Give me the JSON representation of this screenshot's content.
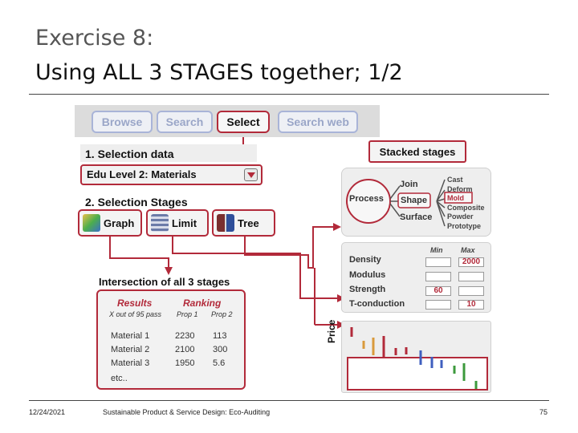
{
  "title": {
    "line1": "Exercise 8:",
    "line2": "Using ALL 3 STAGES together; 1/2"
  },
  "toolbar": {
    "browse": "Browse",
    "search": "Search",
    "select": "Select",
    "search_web": "Search web"
  },
  "selection": {
    "heading": "1. Selection data",
    "dropdown_value": "Edu Level 2: Materials",
    "stages_heading": "2. Selection Stages",
    "graph": "Graph",
    "limit": "Limit",
    "tree": "Tree"
  },
  "stacked": {
    "label": "Stacked stages",
    "process": "Process",
    "join": "Join",
    "shape": "Shape",
    "surface": "Surface",
    "items": [
      "Cast",
      "Deform",
      "Mold",
      "Composite",
      "Powder",
      "Prototype"
    ]
  },
  "limits": {
    "min_header": "Min",
    "max_header": "Max",
    "rows": [
      {
        "label": "Density",
        "min": "",
        "max": "2000"
      },
      {
        "label": "Modulus",
        "min": "",
        "max": ""
      },
      {
        "label": "Strength",
        "min": "60",
        "max": ""
      },
      {
        "label": "T-conduction",
        "min": "",
        "max": "10"
      }
    ]
  },
  "intersection": {
    "title": "Intersection of all 3 stages",
    "results_header": "Results",
    "ranking_header": "Ranking",
    "sub1": "X out of 95 pass",
    "sub2": "Prop 1",
    "sub3": "Prop 2",
    "rows": [
      [
        "Material 1",
        "2230",
        "113"
      ],
      [
        "Material 2",
        "2100",
        "300"
      ],
      [
        "Material 3",
        "1950",
        "5.6"
      ]
    ],
    "etc": "etc.."
  },
  "graph": {
    "ylabel": "Price"
  },
  "footer": {
    "date": "12/24/2021",
    "course": "Sustainable Product & Service Design: Eco-Auditing",
    "page": "75"
  },
  "colors": {
    "accent": "#b22a3a",
    "tab_blue": "#a9b4d8"
  }
}
